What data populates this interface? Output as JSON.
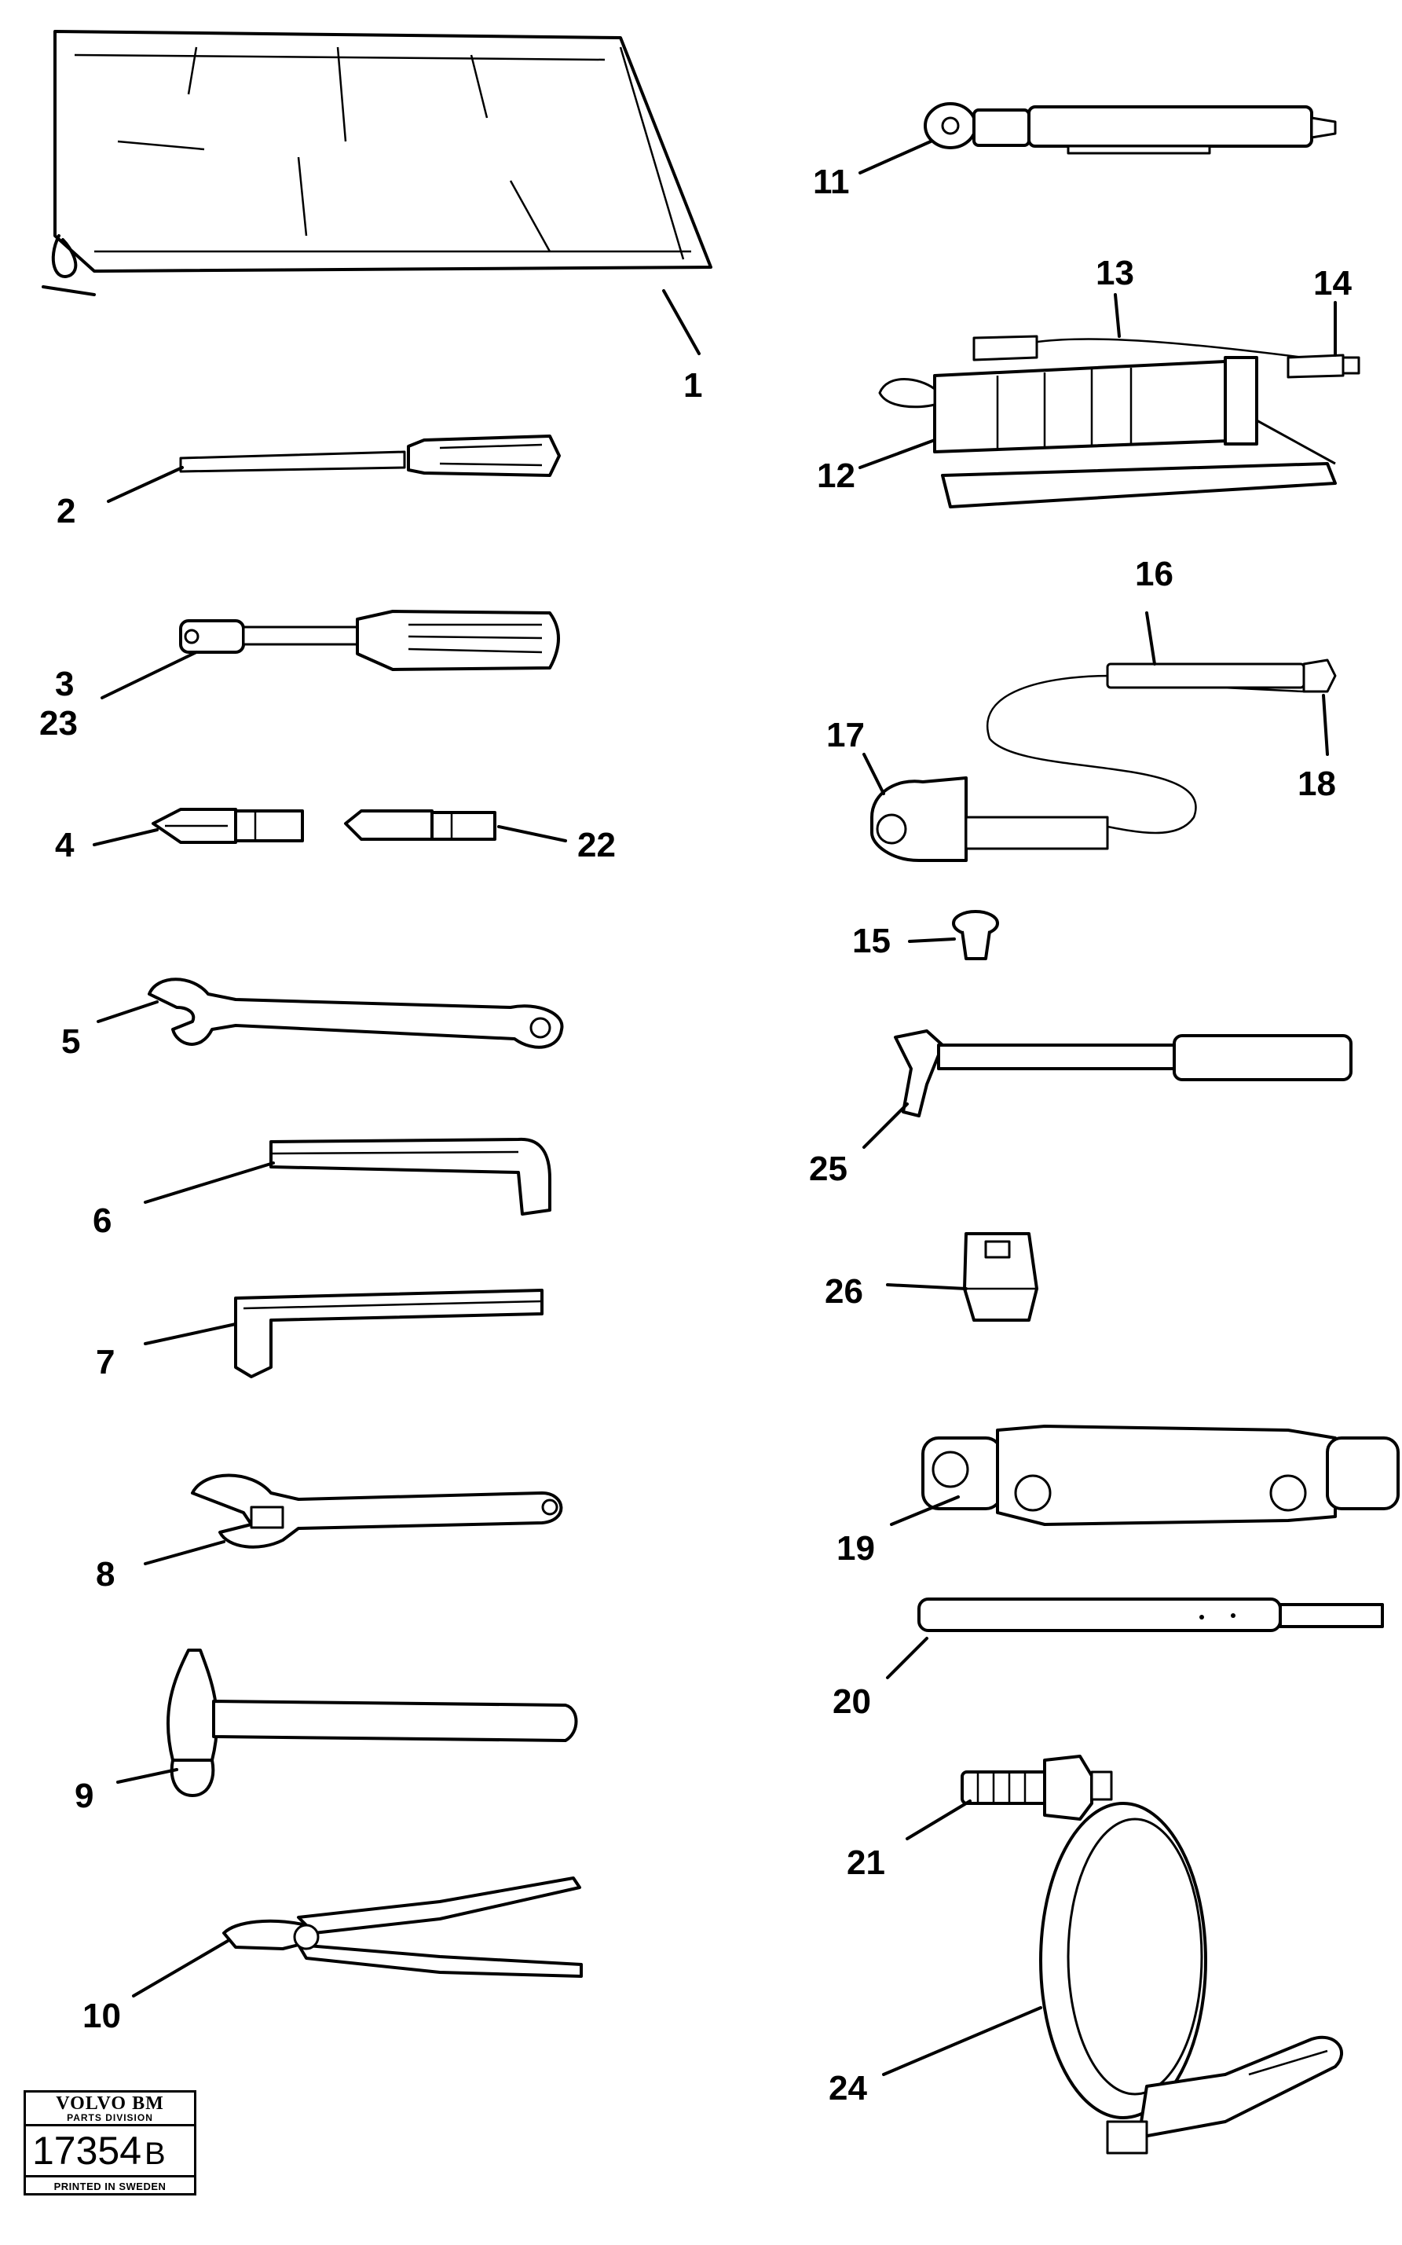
{
  "callouts": [
    {
      "id": "label-1",
      "text": "1"
    },
    {
      "id": "label-2",
      "text": "2"
    },
    {
      "id": "label-3",
      "text": "3"
    },
    {
      "id": "label-23",
      "text": "23"
    },
    {
      "id": "label-4",
      "text": "4"
    },
    {
      "id": "label-22",
      "text": "22"
    },
    {
      "id": "label-5",
      "text": "5"
    },
    {
      "id": "label-6",
      "text": "6"
    },
    {
      "id": "label-7",
      "text": "7"
    },
    {
      "id": "label-8",
      "text": "8"
    },
    {
      "id": "label-9",
      "text": "9"
    },
    {
      "id": "label-10",
      "text": "10"
    },
    {
      "id": "label-11",
      "text": "11"
    },
    {
      "id": "label-12",
      "text": "12"
    },
    {
      "id": "label-13",
      "text": "13"
    },
    {
      "id": "label-14",
      "text": "14"
    },
    {
      "id": "label-15",
      "text": "15"
    },
    {
      "id": "label-16",
      "text": "16"
    },
    {
      "id": "label-17",
      "text": "17"
    },
    {
      "id": "label-18",
      "text": "18"
    },
    {
      "id": "label-19",
      "text": "19"
    },
    {
      "id": "label-20",
      "text": "20"
    },
    {
      "id": "label-21",
      "text": "21"
    },
    {
      "id": "label-24",
      "text": "24"
    },
    {
      "id": "label-25",
      "text": "25"
    },
    {
      "id": "label-26",
      "text": "26"
    }
  ],
  "stamp": {
    "brand": "VOLVO BM",
    "division": "PARTS DIVISION",
    "number": "17354",
    "suffix": "B",
    "footer": "PRINTED IN SWEDEN"
  }
}
